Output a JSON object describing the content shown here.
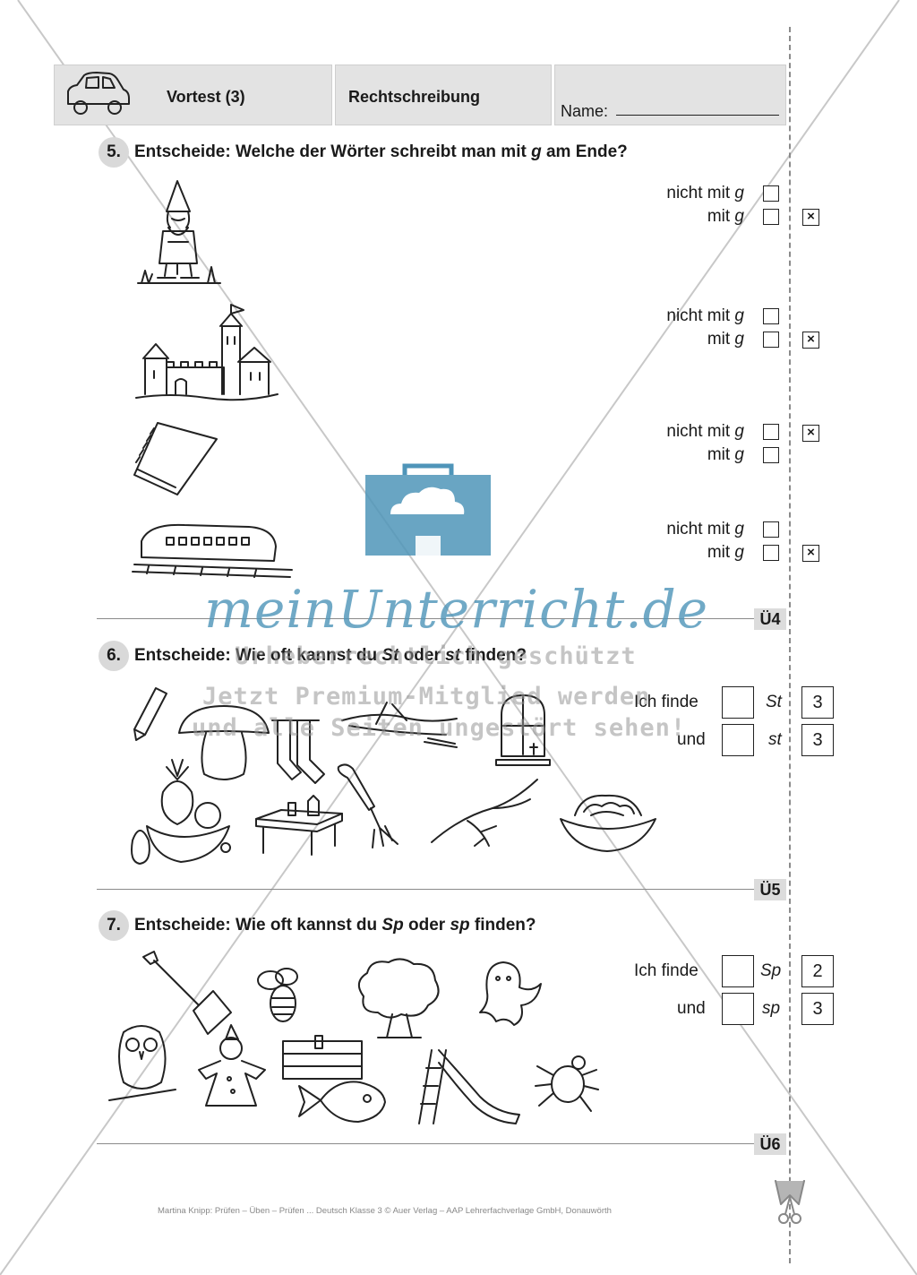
{
  "header": {
    "test_label": "Vortest (3)",
    "subject": "Rechtschreibung",
    "name_label": "Name:"
  },
  "task5": {
    "number": "5.",
    "title_before": "Entscheide: Welche der Wörter schreibt man mit ",
    "title_italic": "g",
    "title_after": " am Ende?",
    "rows": [
      {
        "not_label": "nicht mit ",
        "with_label": "mit ",
        "letter": "g",
        "answer_mark": "×"
      },
      {
        "not_label": "nicht mit ",
        "with_label": "mit ",
        "letter": "g",
        "answer_mark": "×"
      },
      {
        "not_label": "nicht mit ",
        "with_label": "mit ",
        "letter": "g",
        "answer_mark": "×"
      },
      {
        "not_label": "nicht mit ",
        "with_label": "mit ",
        "letter": "g",
        "answer_mark": "×"
      }
    ],
    "tag": "Ü4"
  },
  "task6": {
    "number": "6.",
    "title_before": "Entscheide: Wie oft kannst du ",
    "title_italic1": "St",
    "title_middle": " oder ",
    "title_italic2": "st",
    "title_after": " finden?",
    "line1_label": "Ich finde",
    "line1_letter": "St",
    "line1_answer": "3",
    "line2_label": "und",
    "line2_letter": "st",
    "line2_answer": "3",
    "tag": "Ü5"
  },
  "task7": {
    "number": "7.",
    "title_before": "Entscheide: Wie oft kannst du ",
    "title_italic1": "Sp",
    "title_middle": " oder ",
    "title_italic2": "sp",
    "title_after": " finden?",
    "line1_label": "Ich finde",
    "line1_letter": "Sp",
    "line1_answer": "2",
    "line2_label": "und",
    "line2_letter": "sp",
    "line2_answer": "3",
    "tag": "Ü6"
  },
  "footer": "Martina Knipp: Prüfen – Üben – Prüfen ... Deutsch Klasse 3 © Auer Verlag – AAP Lehrerfachverlage GmbH, Donauwörth",
  "watermark": {
    "brand": "meinUnterricht.de",
    "line1": "Urheberrechtlich geschützt",
    "line2": "Jetzt Premium-Mitglied werden",
    "line3": "und alle Seiten ungestört sehen!",
    "color": "#4f95b9"
  }
}
